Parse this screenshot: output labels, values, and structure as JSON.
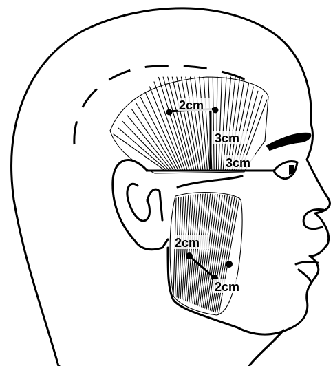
{
  "labels": {
    "temporal_width": "2cm",
    "temporal_height": "3cm",
    "reference_line": "3cm",
    "masseter_upper": "2cm",
    "masseter_lower": "2cm"
  }
}
